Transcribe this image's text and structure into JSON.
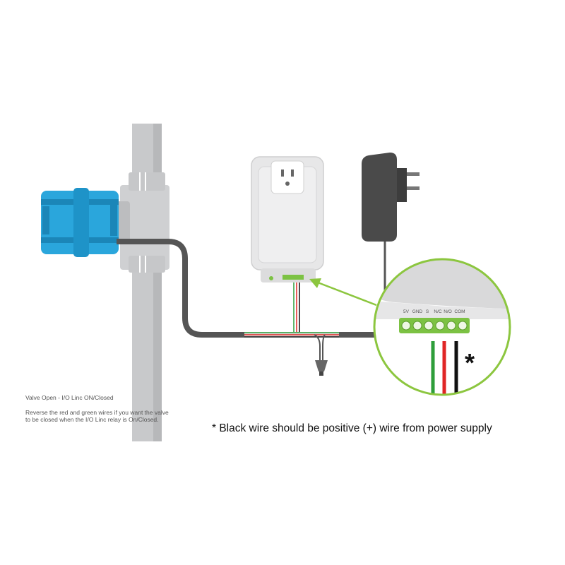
{
  "terminal_labels": [
    "5V",
    "GND",
    "S",
    "N/C",
    "N/O",
    "COM"
  ],
  "asterisk": "*",
  "note": {
    "heading": "Valve Open - I/O Linc ON/Closed",
    "body": "Reverse the red and green wires if you want the valve to be closed when the I/O Linc relay is On/Closed."
  },
  "caption": "* Black wire should be positive (+) wire from power supply",
  "colors": {
    "pipe": "#c8c9cb",
    "valve_actuator": "#2aa6dc",
    "cable": "#555555",
    "wire_green": "#2e9e3a",
    "wire_red": "#e02525",
    "wire_black": "#111111",
    "terminal_green": "#7cc243",
    "callout_arrow": "#8cc63f"
  }
}
